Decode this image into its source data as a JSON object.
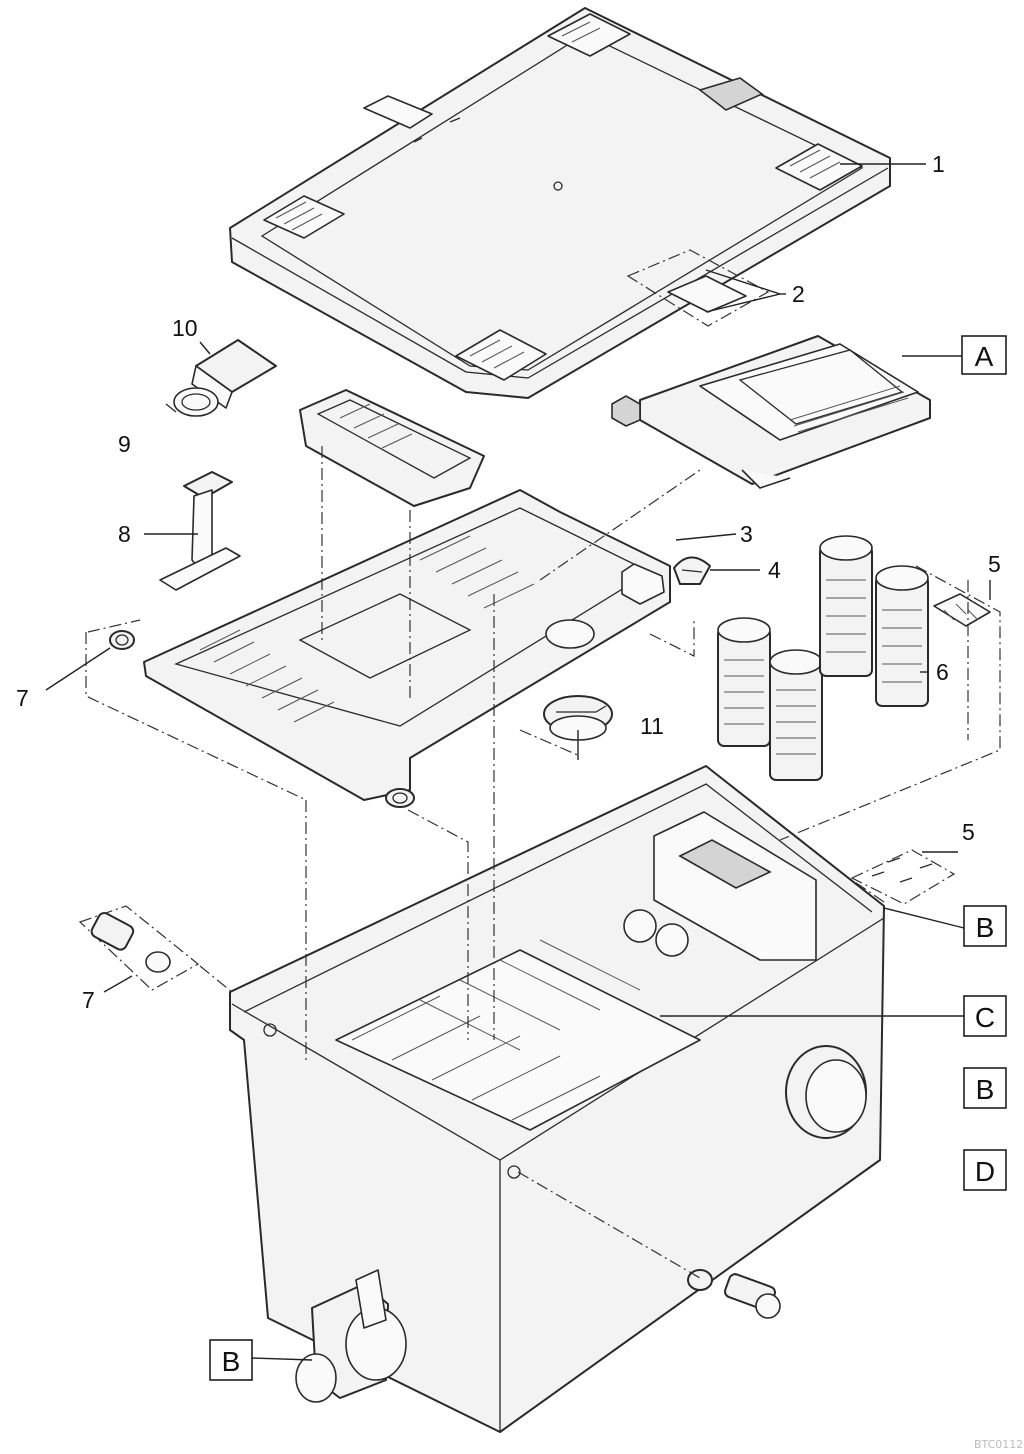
{
  "callouts": {
    "n1": "1",
    "n2": "2",
    "n3": "3",
    "n4": "4",
    "n5a": "5",
    "n5b": "5",
    "n6": "6",
    "n7a": "7",
    "n7b": "7",
    "n8": "8",
    "n9": "9",
    "n10": "10",
    "n11": "11"
  },
  "boxed_labels": {
    "a": "A",
    "b1": "B",
    "b2": "B",
    "b3": "B",
    "c": "C",
    "d": "D"
  },
  "corner_code": "BTC0112"
}
